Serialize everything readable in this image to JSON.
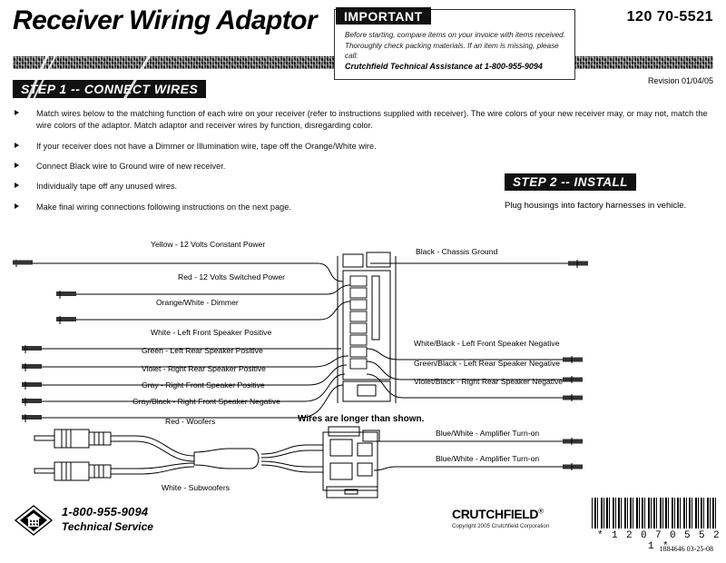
{
  "header": {
    "title": "Receiver Wiring Adaptor",
    "part_number": "120 70-5521",
    "revision": "Revision 01/04/05"
  },
  "important": {
    "badge": "IMPORTANT",
    "body": "Before starting, compare items on your invoice with items received.  Thoroughly check packing materials.  If an item is missing, please call:",
    "phone_line": "Crutchfield Technical Assistance at 1-800-955-9094"
  },
  "step1": {
    "banner": "STEP 1 -- CONNECT WIRES",
    "bullets": [
      "Match wires below to the matching function of each wire on your receiver (refer to instructions supplied with receiver). The wire colors of your new receiver may, or may not, match the wire colors of the adaptor.  Match adaptor and receiver wires by function, disregarding color.",
      "If your receiver does not have a Dimmer or Illumination wire, tape off the Orange/White wire.",
      "Connect Black wire to Ground wire of new receiver.",
      "Individually tape off any unused wires.",
      "Make final wiring connections following instructions on the next page."
    ]
  },
  "step2": {
    "banner": "STEP 2 -- INSTALL",
    "note": "Plug housings into factory harnesses in vehicle."
  },
  "diagram": {
    "note": "Wires are longer than shown.",
    "left_wires": [
      {
        "label": "Yellow - 12 Volts Constant Power"
      },
      {
        "label": "Red - 12 Volts Switched Power"
      },
      {
        "label": "Orange/White - Dimmer"
      },
      {
        "label": "White - Left Front Speaker Positive"
      },
      {
        "label": "Green - Left Rear Speaker Positive"
      },
      {
        "label": "Violet - Right Rear Speaker Positive"
      },
      {
        "label": "Gray - Right Front Speaker Positive"
      },
      {
        "label": "Gray/Black - Right Front Speaker Negative"
      }
    ],
    "right_wires": [
      {
        "label": "Black - Chassis Ground"
      },
      {
        "label": "White/Black - Left Front Speaker Negative"
      },
      {
        "label": "Green/Black - Left Rear Speaker Negative"
      },
      {
        "label": "Violet/Black - Right Rear Speaker Negative"
      },
      {
        "label": "Blue/White - Amplifier Turn-on"
      },
      {
        "label": "Blue/White - Amplifier Turn-on"
      }
    ],
    "rca": [
      {
        "label": "Red - Woofers"
      },
      {
        "label": "White - Subwoofers"
      }
    ]
  },
  "footer": {
    "phone": "1-800-955-9094",
    "service": "Technical Service",
    "brand": "CRUTCHFIELD",
    "brand_mark": "®",
    "copyright": "Copyright 2005  Crutchfield Corporation",
    "barcode_text": "* 1 2 0 7 0 5 5 2 1 *",
    "doc_code": "1884646   03-25-08"
  }
}
